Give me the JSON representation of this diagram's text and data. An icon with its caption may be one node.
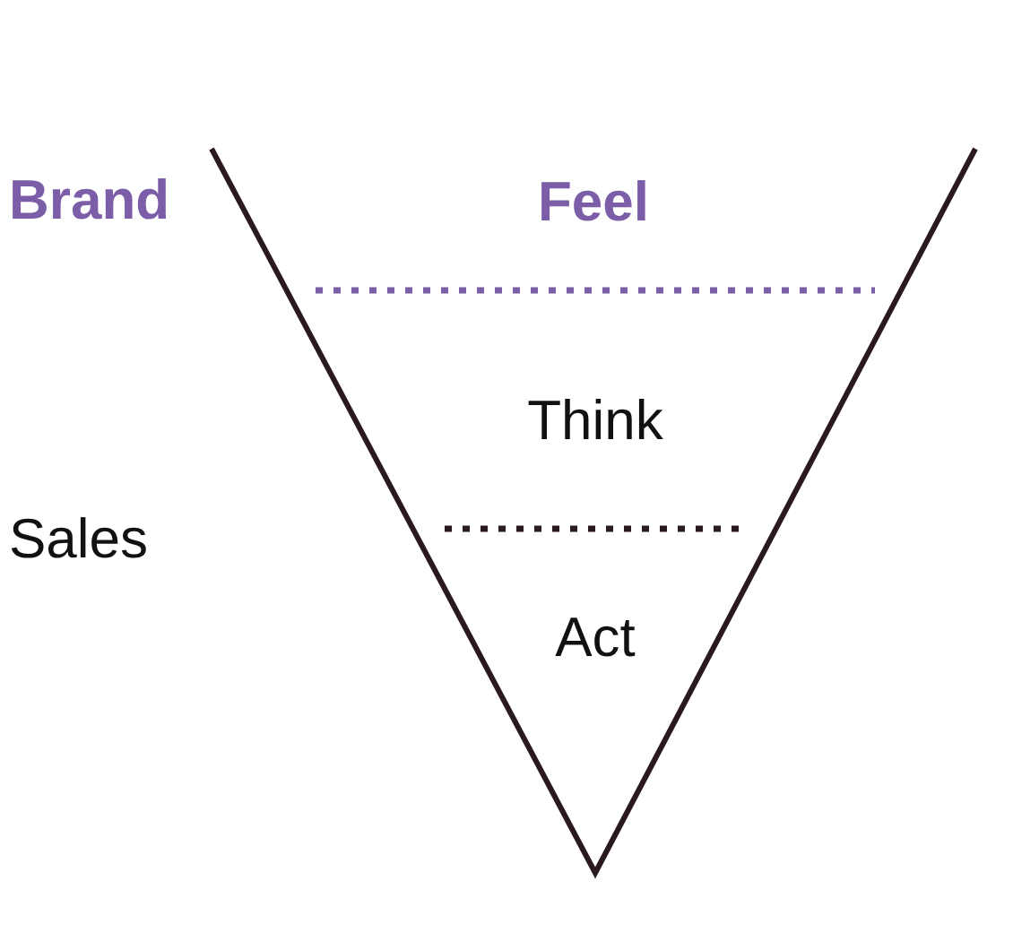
{
  "diagram": {
    "nodes": [
      {
        "text": [
          "Feel"
        ]
      },
      {
        "text": [
          "Think"
        ]
      },
      {
        "text": [
          "Act"
        ]
      }
    ],
    "labels": [
      "Brand",
      "Sales"
    ]
  }
}
